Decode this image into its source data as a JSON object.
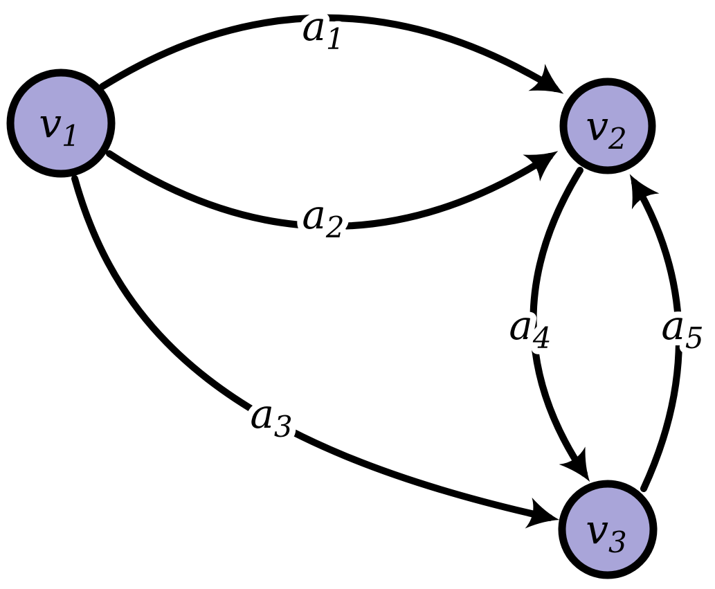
{
  "diagram": {
    "type": "directed-graph",
    "background_color": "#ffffff",
    "node_fill": "#a9a5d9",
    "node_stroke": "#000000",
    "edge_color": "#000000",
    "nodes": [
      {
        "id": "v1",
        "letter": "v",
        "sub": "1"
      },
      {
        "id": "v2",
        "letter": "v",
        "sub": "2"
      },
      {
        "id": "v3",
        "letter": "v",
        "sub": "3"
      }
    ],
    "edges": [
      {
        "id": "a1",
        "letter": "a",
        "sub": "1",
        "from": "v1",
        "to": "v2"
      },
      {
        "id": "a2",
        "letter": "a",
        "sub": "2",
        "from": "v1",
        "to": "v2"
      },
      {
        "id": "a3",
        "letter": "a",
        "sub": "3",
        "from": "v1",
        "to": "v3"
      },
      {
        "id": "a4",
        "letter": "a",
        "sub": "4",
        "from": "v2",
        "to": "v3"
      },
      {
        "id": "a5",
        "letter": "a",
        "sub": "5",
        "from": "v3",
        "to": "v2"
      }
    ]
  }
}
